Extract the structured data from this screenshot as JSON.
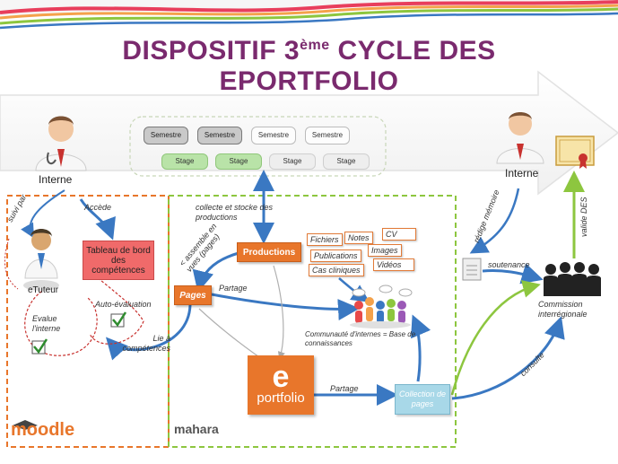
{
  "title": {
    "line1_a": "DISPOSITIF 3",
    "line1_sup": "ème",
    "line1_b": " CYCLE DES",
    "line2": "EPORTFOLIO"
  },
  "timeline": {
    "semesters": [
      "Semestre",
      "Semestre",
      "Semestre",
      "Semestre"
    ],
    "stages": [
      "Stage",
      "Stage",
      "Stage",
      "Stage"
    ]
  },
  "actors": {
    "interne_left": "Interne",
    "interne_right": "Interne",
    "etuteur": "eTuteur"
  },
  "moodle": {
    "tableau": "Tableau de bord des compétences",
    "accede": "Accède",
    "suivi_par": "suivi par",
    "auto_evaluation": "Auto-évaluation",
    "evalue": "Evalue l'interne",
    "lie": "Lie à compétences",
    "logo": "moodle"
  },
  "mahara": {
    "collecte": "collecte et stocke des productions",
    "assemble": "< assemble en vues (pages)",
    "productions": "Productions",
    "pages": "Pages",
    "partage1": "Partage",
    "partage2": "Partage",
    "eportfolio_letter": "e",
    "eportfolio_word": "portfolio",
    "collection": "Collection de pages",
    "communaute": "Communauté d'internes = Base de connaissances",
    "logo": "mahara",
    "notes": [
      "Fichiers",
      "Notes",
      "CV",
      "Publications",
      "Images",
      "Cas cliniques",
      "Vidéos"
    ]
  },
  "right": {
    "redige": "rédige mémoire",
    "soutenance": "soutenance",
    "commission": "Commission interrégionale",
    "valide": "valide DES",
    "consulte": "consulte"
  },
  "colors": {
    "orange": "#e8762b",
    "green": "#8dc63f",
    "blue": "#3a78c2",
    "title": "#7a2a6e",
    "mahara_box": "#a8d8e8"
  }
}
